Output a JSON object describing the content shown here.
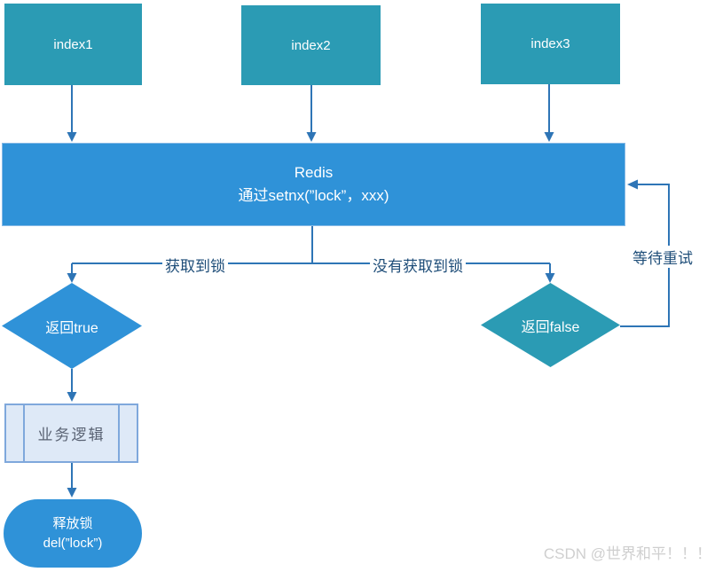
{
  "nodes": {
    "index1": {
      "label": "index1"
    },
    "index2": {
      "label": "index2"
    },
    "index3": {
      "label": "index3"
    },
    "redis": {
      "line1": "Redis",
      "line2": "通过setnx(”lock”，xxx)"
    },
    "return_true": {
      "label": "返回true"
    },
    "return_false": {
      "label": "返回false"
    },
    "business_logic": {
      "label": "业务逻辑"
    },
    "release_lock": {
      "line1": "释放锁",
      "line2": "del(”lock”)"
    }
  },
  "edges": {
    "acquired_label": "获取到锁",
    "not_acquired_label": "没有获取到锁",
    "retry_label": "等待重试"
  },
  "colors": {
    "teal_fill": "#2B9BB4",
    "blue_fill": "#2F92D8",
    "connector": "#2E75B6",
    "edge_label_text": "#1F4E79",
    "process_fill": "#DEE9F7",
    "process_border": "#7FA8DC",
    "process_text": "#596273",
    "watermark_text": "#CFCFCF"
  },
  "watermark": "CSDN @世界和平！！！"
}
